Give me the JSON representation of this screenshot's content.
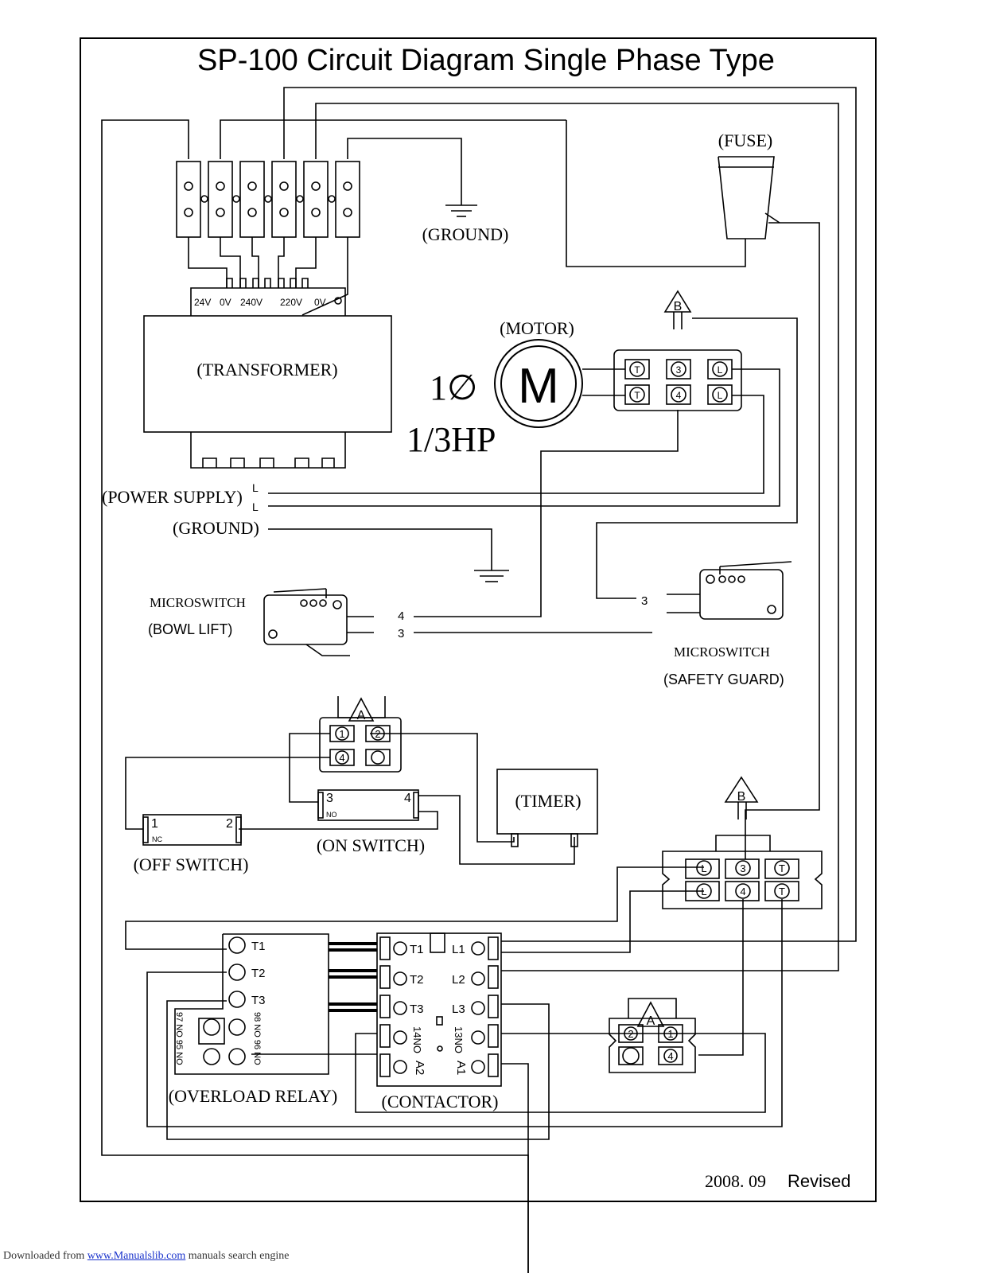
{
  "title": "SP-100 Circuit Diagram Single Phase Type",
  "revision": {
    "date": "2008. 09",
    "word": "Revised"
  },
  "labels": {
    "fuse": "(FUSE)",
    "ground_top": "(GROUND)",
    "motor": "(MOTOR)",
    "transformer": "(TRANSFORMER)",
    "phase": "1∅",
    "hp": "1/3HP",
    "motor_symbol": "M",
    "power_supply": "(POWER SUPPLY)",
    "ground_left": "(GROUND)",
    "line_l": "L",
    "ms_bowl_title": "MICROSWITCH",
    "ms_bowl_name": "(BOWL LIFT)",
    "ms_guard_title": "MICROSWITCH",
    "ms_guard_name": "(SAFETY GUARD)",
    "timer": "(TIMER)",
    "on_switch": "(ON SWITCH)",
    "off_switch": "(OFF SWITCH)",
    "overload_relay": "(OVERLOAD RELAY)",
    "contactor": "(CONTACTOR)",
    "wire_4": "4",
    "wire_3": "3",
    "wire_3_guard": "3",
    "conn_a": "A",
    "conn_b": "B",
    "pin_1": "1",
    "pin_2": "2",
    "pin_3": "3",
    "pin_4": "4",
    "pin_t": "T",
    "pin_l": "L",
    "nc": "NC",
    "no": "NO",
    "tr_24v": "24V",
    "tr_0v_a": "0V",
    "tr_240v": "240V",
    "tr_220v": "220V",
    "tr_0v_b": "0V",
    "t1": "T1",
    "t2": "T2",
    "t3": "T3",
    "l1": "L1",
    "l2": "L2",
    "l3": "L3",
    "c14no": "14NO",
    "c13no": "13NO",
    "ca2": "A2",
    "ca1": "A1",
    "or_left": "97 NO 95 NO",
    "or_right": "98 NO 96 NO"
  },
  "footer": {
    "prefix": "Downloaded from ",
    "link": "www.Manualslib.com",
    "suffix": " manuals search engine"
  }
}
